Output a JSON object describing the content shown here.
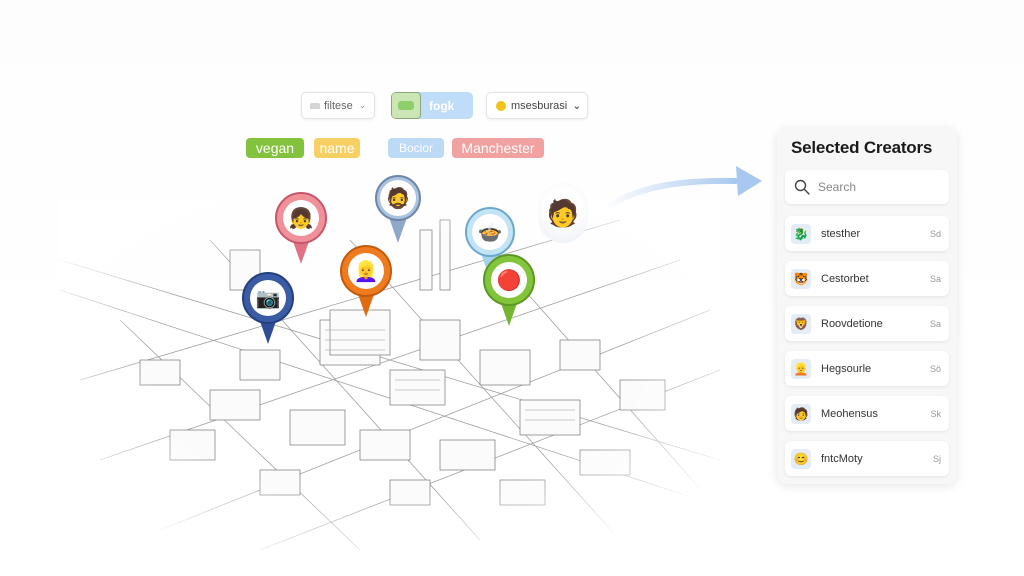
{
  "filters": {
    "filter_dropdown": {
      "label": "filtese",
      "chevron": "⌄"
    },
    "toggle": {
      "label": "fogk",
      "state": "on"
    },
    "location_dropdown": {
      "label": "msesburasi",
      "chevron": "⌄"
    }
  },
  "tags": [
    {
      "label": "vegan",
      "color": "#82c23d"
    },
    {
      "label": "name",
      "color": "#f8cf63"
    },
    {
      "label": "Bocior",
      "color": "#bcd9f6"
    },
    {
      "label": "Manchester",
      "color": "#f0a1a0"
    }
  ],
  "map": {
    "pins": [
      {
        "name": "pink-creator",
        "icon": "👧",
        "color": "#f0919a"
      },
      {
        "name": "slate-creator",
        "icon": "🧔",
        "color": "#aac3e1"
      },
      {
        "name": "blue-camera",
        "icon": "📷",
        "color": "#3b5ba5"
      },
      {
        "name": "orange-creator",
        "icon": "👱‍♀️",
        "color": "#f07b1f"
      },
      {
        "name": "lightblue-food",
        "icon": "🍲",
        "color": "#c3e4f6"
      },
      {
        "name": "green-record",
        "icon": "🔴",
        "color": "#82c43a"
      }
    ],
    "floating_avatar": {
      "icon": "🧑"
    }
  },
  "panel": {
    "title": "Selected Creators",
    "search_placeholder": "Search",
    "items": [
      {
        "name": "stesther",
        "avatar": "🐉",
        "action": "Sd"
      },
      {
        "name": "Cestorbet",
        "avatar": "🐯",
        "action": "Sa"
      },
      {
        "name": "Roovdetione",
        "avatar": "🦁",
        "action": "Sa"
      },
      {
        "name": "Hegsourle",
        "avatar": "👱",
        "action": "Sö"
      },
      {
        "name": "Meohensus",
        "avatar": "🧑",
        "action": "Sk"
      },
      {
        "name": "fntcMoty",
        "avatar": "😊",
        "action": "Sj"
      }
    ]
  },
  "colors": {
    "accent_arrow": "#a8c8ef",
    "panel_bg": "#f7f7f8"
  }
}
